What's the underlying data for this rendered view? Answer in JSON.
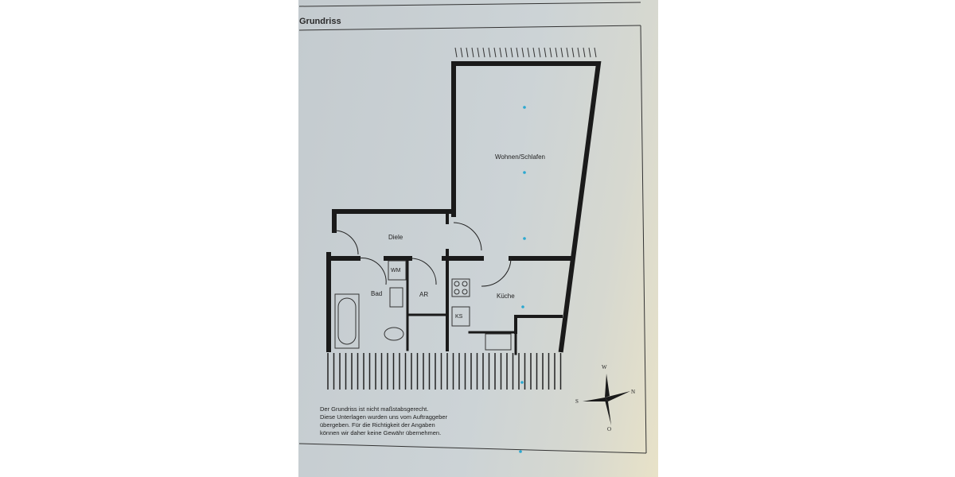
{
  "document": {
    "section_title": "Grundriss",
    "rooms": {
      "living": "Wohnen/Schlafen",
      "hall": "Diele",
      "washer": "WM",
      "bath": "Bad",
      "storage": "AR",
      "kitchen": "Küche",
      "fridge": "KS"
    },
    "compass": {
      "west": "W",
      "north": "N",
      "south": "S",
      "east": "O"
    },
    "disclaimer": [
      "Der Grundriss ist nicht maßstabsgerecht.",
      "Diese Unterlagen wurden uns vom Auftraggeber",
      "übergeben. Für die Richtigkeit der Angaben",
      "können wir daher keine Gewähr übernehmen."
    ]
  }
}
